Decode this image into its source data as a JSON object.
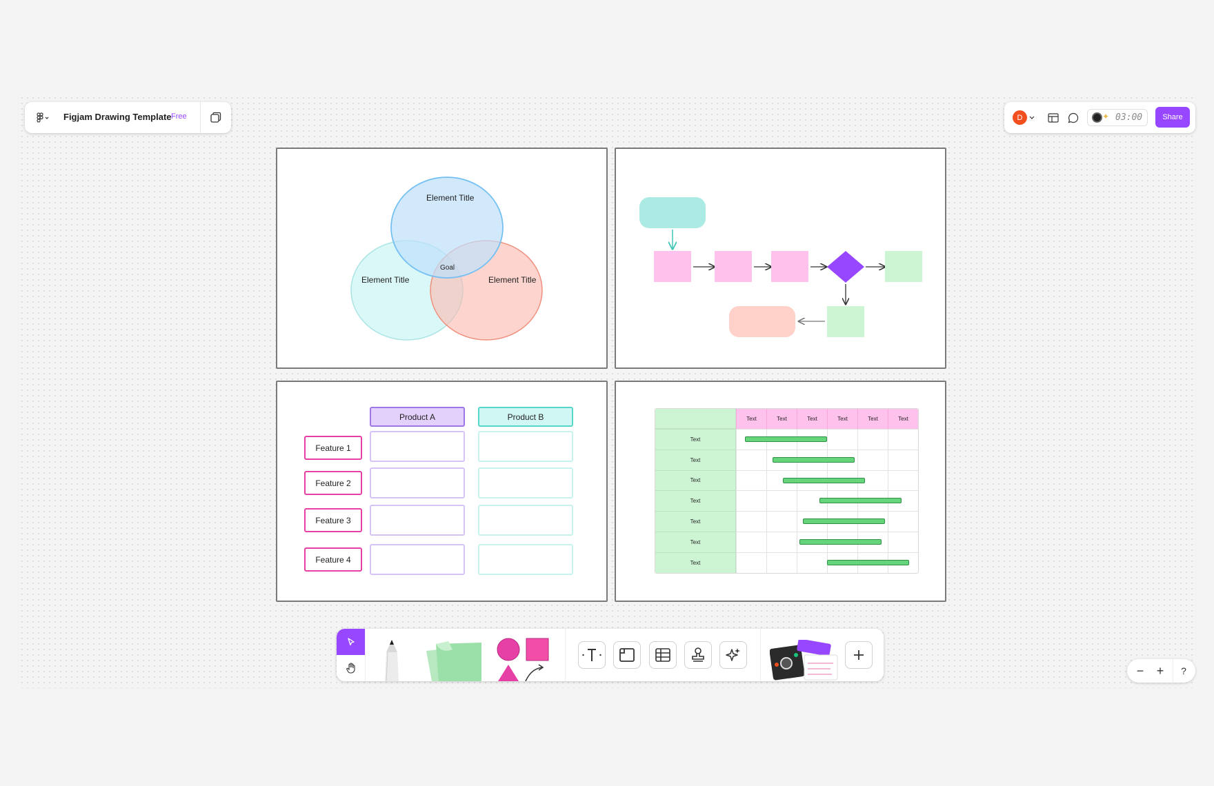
{
  "header": {
    "file_title": "Figjam Drawing Template",
    "plan_badge": "Free",
    "avatar_initial": "D",
    "timer": "03:00",
    "share_label": "Share"
  },
  "colors": {
    "accent": "#9747ff",
    "avatar": "#f24e1e",
    "pink_border": "#e63fa6",
    "pink_fill": "#ffc2ec",
    "teal_fill": "#acebe3",
    "green_fill": "#cdf4d3",
    "salmon_fill": "#ffd1c9",
    "purple_diamond": "#9747ff"
  },
  "venn": {
    "top_label": "Element Title",
    "left_label": "Element Title",
    "right_label": "Element Title",
    "center_label": "Goal"
  },
  "comparison": {
    "columns": [
      "Product A",
      "Product B"
    ],
    "features": [
      "Feature 1",
      "Feature 2",
      "Feature 3",
      "Feature 4"
    ]
  },
  "gantt": {
    "header_cells": [
      "Text",
      "Text",
      "Text",
      "Text",
      "Text",
      "Text"
    ],
    "rows": [
      {
        "label": "Text",
        "start": 0.3,
        "end": 3.0
      },
      {
        "label": "Text",
        "start": 1.2,
        "end": 3.9
      },
      {
        "label": "Text",
        "start": 1.55,
        "end": 4.25
      },
      {
        "label": "Text",
        "start": 2.75,
        "end": 5.45
      },
      {
        "label": "Text",
        "start": 2.2,
        "end": 4.9
      },
      {
        "label": "Text",
        "start": 2.1,
        "end": 4.8
      },
      {
        "label": "Text",
        "start": 3.0,
        "end": 5.7
      }
    ]
  },
  "toolbar": {
    "icons": [
      "select-icon",
      "hand-icon",
      "pen-icon",
      "sticky-note-icon",
      "shapes-icon",
      "text-icon",
      "section-icon",
      "table-icon",
      "stamp-icon",
      "ai-sparkle-icon",
      "templates-icon",
      "plus-icon"
    ]
  },
  "zoom": {
    "minus": "−",
    "plus": "+",
    "help": "?"
  }
}
